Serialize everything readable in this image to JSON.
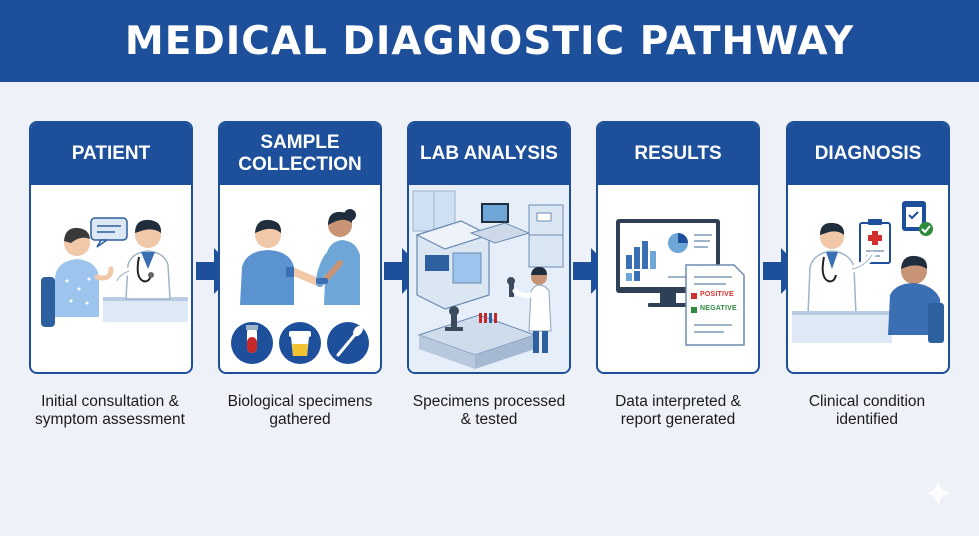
{
  "title": "MEDICAL DIAGNOSTIC PATHWAY",
  "steps": [
    {
      "label": "PATIENT",
      "caption_line1": "Initial consultation &",
      "caption_line2": "symptom assessment"
    },
    {
      "label": "SAMPLE COLLECTION",
      "caption_line1": "Biological specimens",
      "caption_line2": "gathered"
    },
    {
      "label": "LAB ANALYSIS",
      "caption_line1": "Specimens processed",
      "caption_line2": "& tested"
    },
    {
      "label": "RESULTS",
      "caption_line1": "Data interpreted &",
      "caption_line2": "report generated"
    },
    {
      "label": "DIAGNOSIS",
      "caption_line1": "Clinical condition",
      "caption_line2": "identified"
    }
  ],
  "report": {
    "positive": "POSITIVE",
    "negative": "NEGATIVE"
  },
  "icons": {
    "sample_collection": [
      "blood-tube-icon",
      "urine-cup-icon",
      "swab-icon"
    ],
    "diagnosis": [
      "medical-chart-icon",
      "checklist-icon"
    ]
  },
  "colors": {
    "primary": "#1d4f9a",
    "background": "#eef2f8",
    "light_blue": "#c9dcf2",
    "positive": "#d32f2f",
    "negative": "#2e8b3e"
  }
}
